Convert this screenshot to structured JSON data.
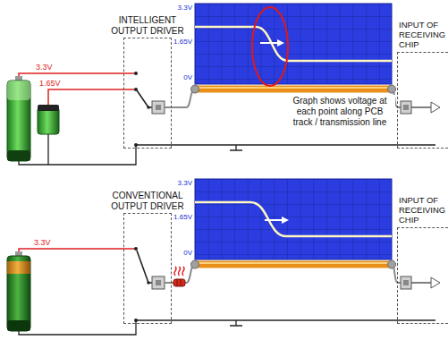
{
  "diagram": {
    "nodes": [
      {
        "text": [
          "INTELLIGENT OUTPUT DRIVER"
        ]
      },
      {
        "text": [
          "INPUT OF RECEIVING CHIP"
        ]
      },
      {
        "text": [
          "CONVENTIONAL OUTPUT DRIVER"
        ]
      },
      {
        "text": [
          "INPUT OF RECEIVING CHIP"
        ]
      }
    ],
    "edges": [
      {
        "from": 0,
        "to": 1,
        "arrow": "none"
      },
      {
        "from": 2,
        "to": 3,
        "arrow": "none"
      }
    ],
    "labels": [
      "3.3V",
      "1.65V",
      "3.3V",
      "1.65V",
      "0V",
      "Graph shows voltage at each point along PCB track / transmission line",
      "3.3V",
      "3.3V",
      "1.65V",
      "0V"
    ]
  }
}
